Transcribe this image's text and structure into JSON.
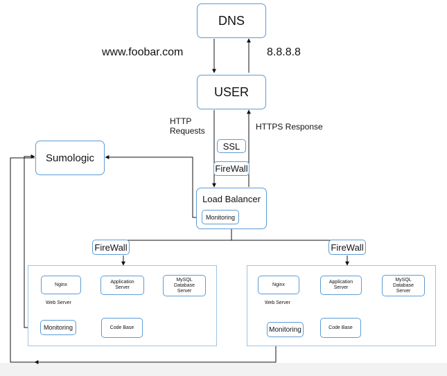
{
  "nodes": {
    "dns": "DNS",
    "user": "USER",
    "sumologic": "Sumologic",
    "load_balancer": "Load Balancer",
    "lb_monitoring": "Monitoring",
    "ssl": "SSL",
    "firewall_top": "FireWall",
    "firewall_left": "FireWall",
    "firewall_right": "FireWall"
  },
  "edge_labels": {
    "domain": "www.foobar.com",
    "ip": "8.8.8.8",
    "http_requests": "HTTP\nRequests",
    "https_response": "HTTPS Response"
  },
  "left_cluster": {
    "nginx": "Nginx",
    "web_server": "Web Server",
    "app_server": "Application\nServer",
    "mysql": "MySQL\nDatabase\nServer",
    "code_base": "Code Base",
    "monitoring": "Monitoring"
  },
  "right_cluster": {
    "nginx": "Nginx",
    "web_server": "Web Server",
    "app_server": "Application\nServer",
    "mysql": "MySQL\nDatabase\nServer",
    "code_base": "Code Base",
    "monitoring": "Monitoring"
  },
  "colors": {
    "box_border": "#5b9bd5",
    "panel_border": "#9cc3e6",
    "line": "#111111"
  }
}
